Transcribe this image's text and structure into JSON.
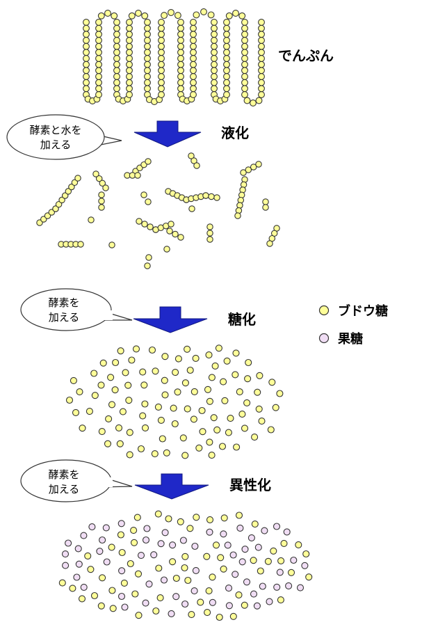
{
  "starch_label": "でんぷん",
  "steps": [
    {
      "bubble_lines": [
        "酵素と水を",
        "加える"
      ],
      "process": "液化"
    },
    {
      "bubble_lines": [
        "酵素を",
        "加える"
      ],
      "process": "糖化"
    },
    {
      "bubble_lines": [
        "酵素を",
        "加える"
      ],
      "process": "異性化"
    }
  ],
  "legend": [
    {
      "label": "ブドウ糖",
      "color": "#ffff99"
    },
    {
      "label": "果糖",
      "color": "#f0ddf4"
    }
  ],
  "colors": {
    "arrow": "#1f28c8",
    "arrow_stroke": "#101880",
    "bead_outline": "#333333"
  }
}
